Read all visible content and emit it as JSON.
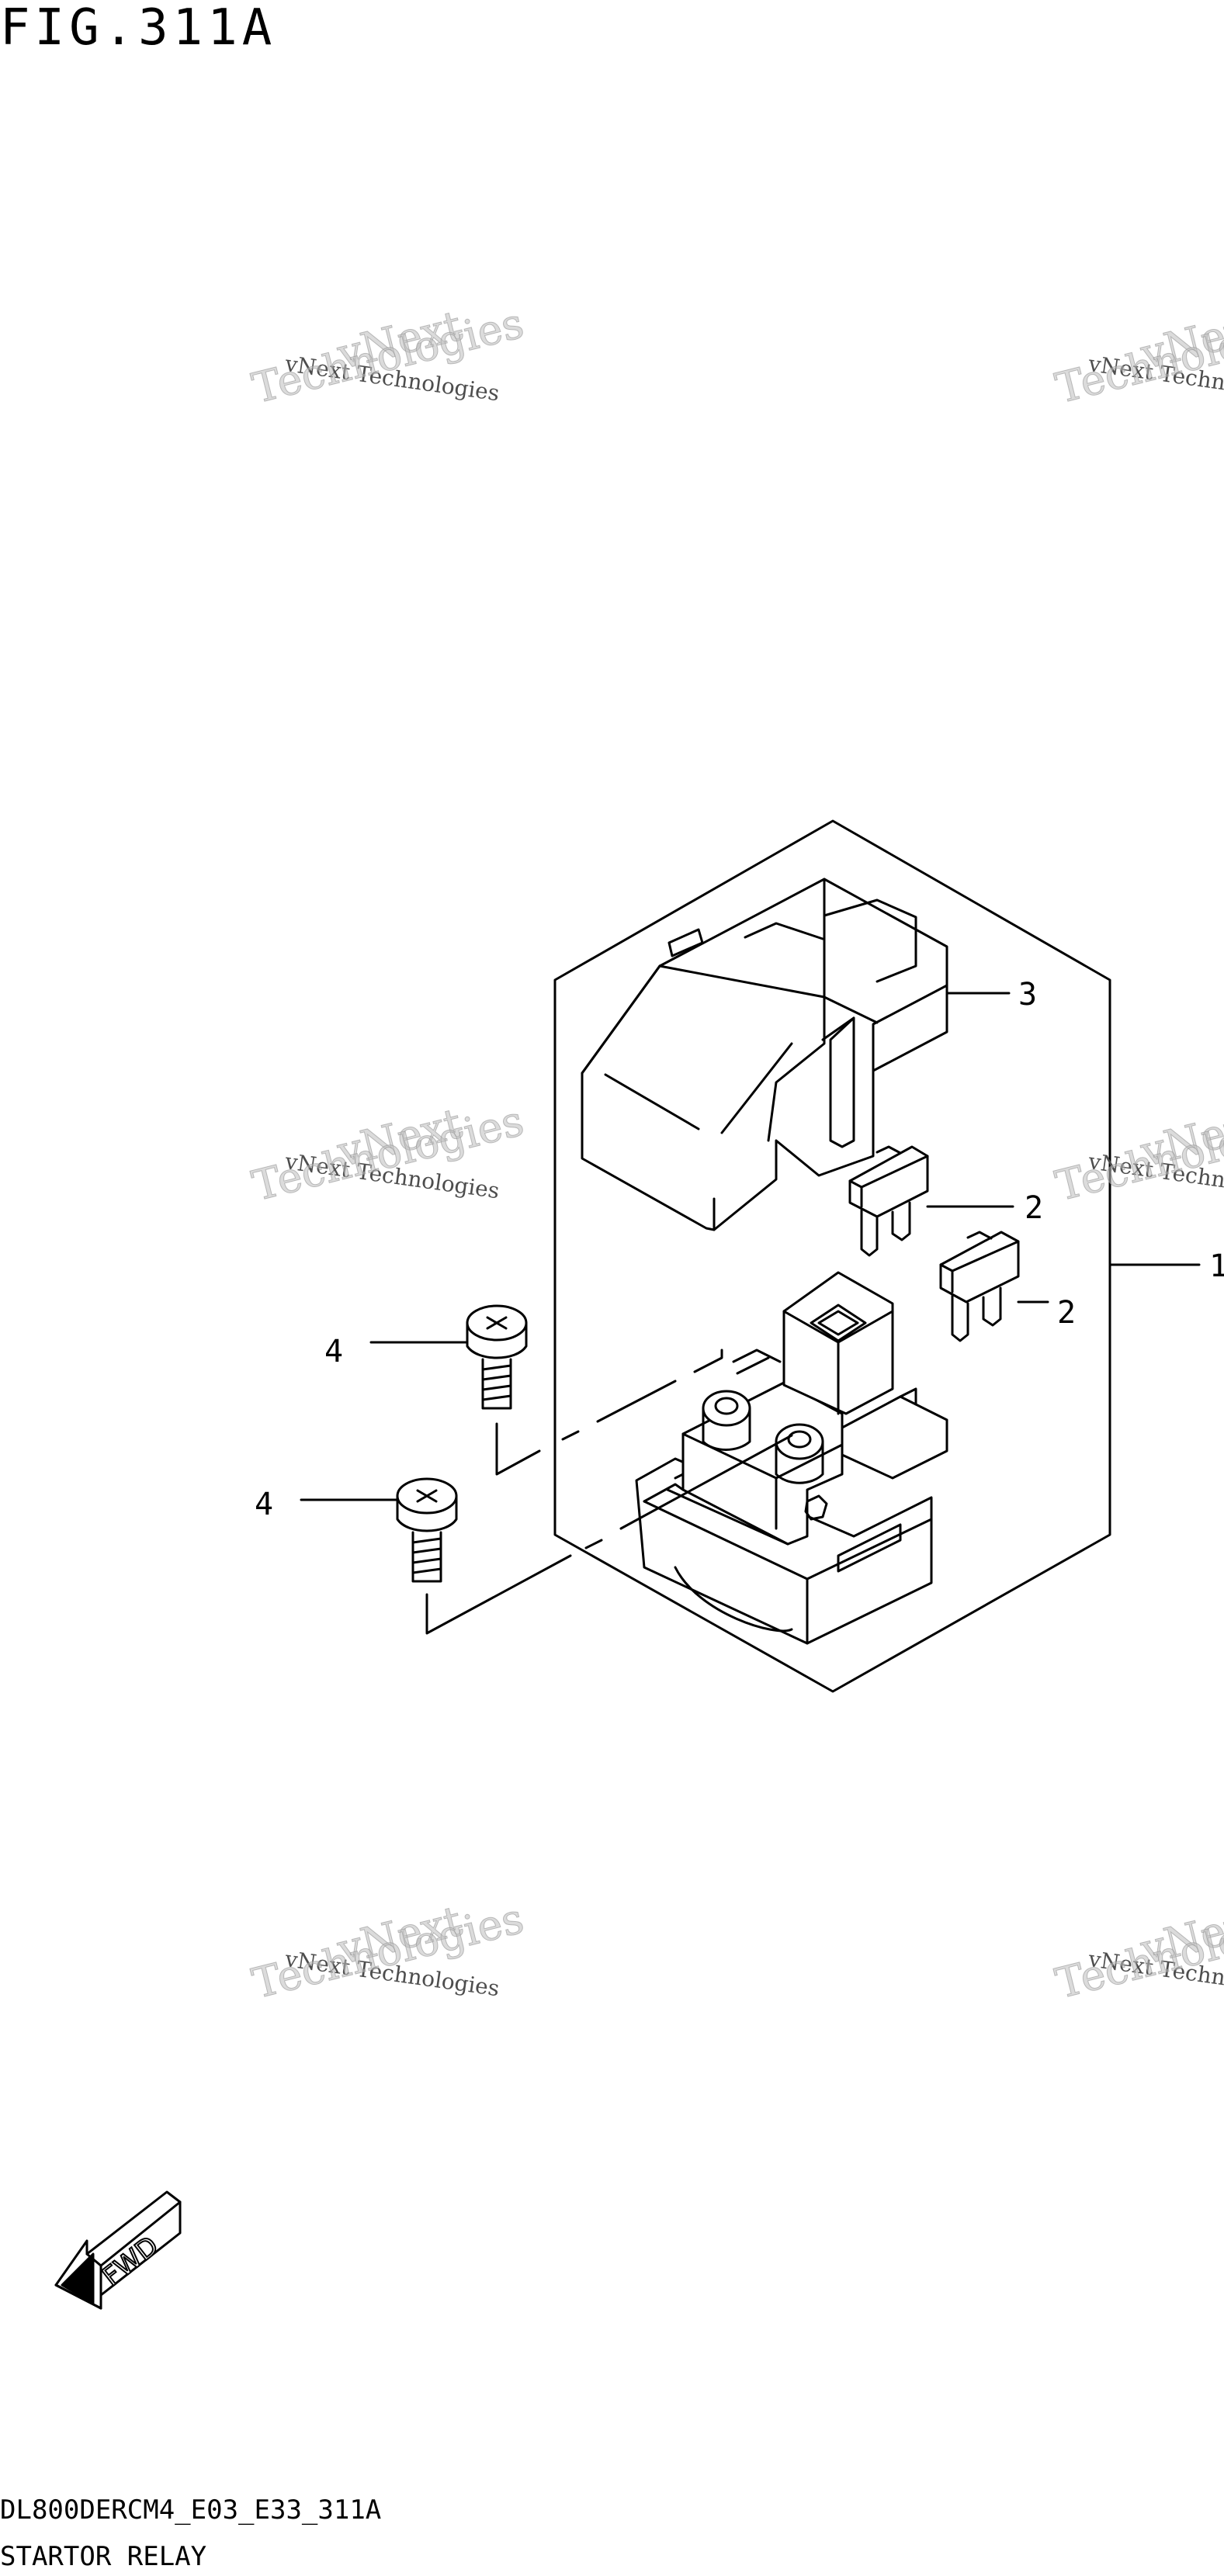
{
  "figure": {
    "title": "FIG.311A"
  },
  "watermarks": [
    {
      "line1": "vNext Technologies",
      "line2": "vNext",
      "line3": "Technologies"
    },
    {
      "line1": "vNext Technologies",
      "line2": "vNext",
      "line3": "Technologies"
    },
    {
      "line1": "vNext Technologies",
      "line2": "vNext",
      "line3": "Technologies"
    },
    {
      "line1": "vNext Technologies",
      "line2": "vNext",
      "line3": "Technologies"
    },
    {
      "line1": "vNext Technologies",
      "line2": "vNext",
      "line3": "Technologies"
    },
    {
      "line1": "vNext Technologies",
      "line2": "vNext",
      "line3": "Technologies"
    }
  ],
  "callouts": {
    "relay_assy": "1",
    "fuse_a": "2",
    "fuse_b": "2",
    "cover": "3",
    "screw_a": "4",
    "screw_b": "4"
  },
  "fwd_arrow": {
    "label": "FWD"
  },
  "footer": {
    "model_code": "DL800DERCM4_E03_E33_311A",
    "part_name": "STARTOR RELAY"
  }
}
